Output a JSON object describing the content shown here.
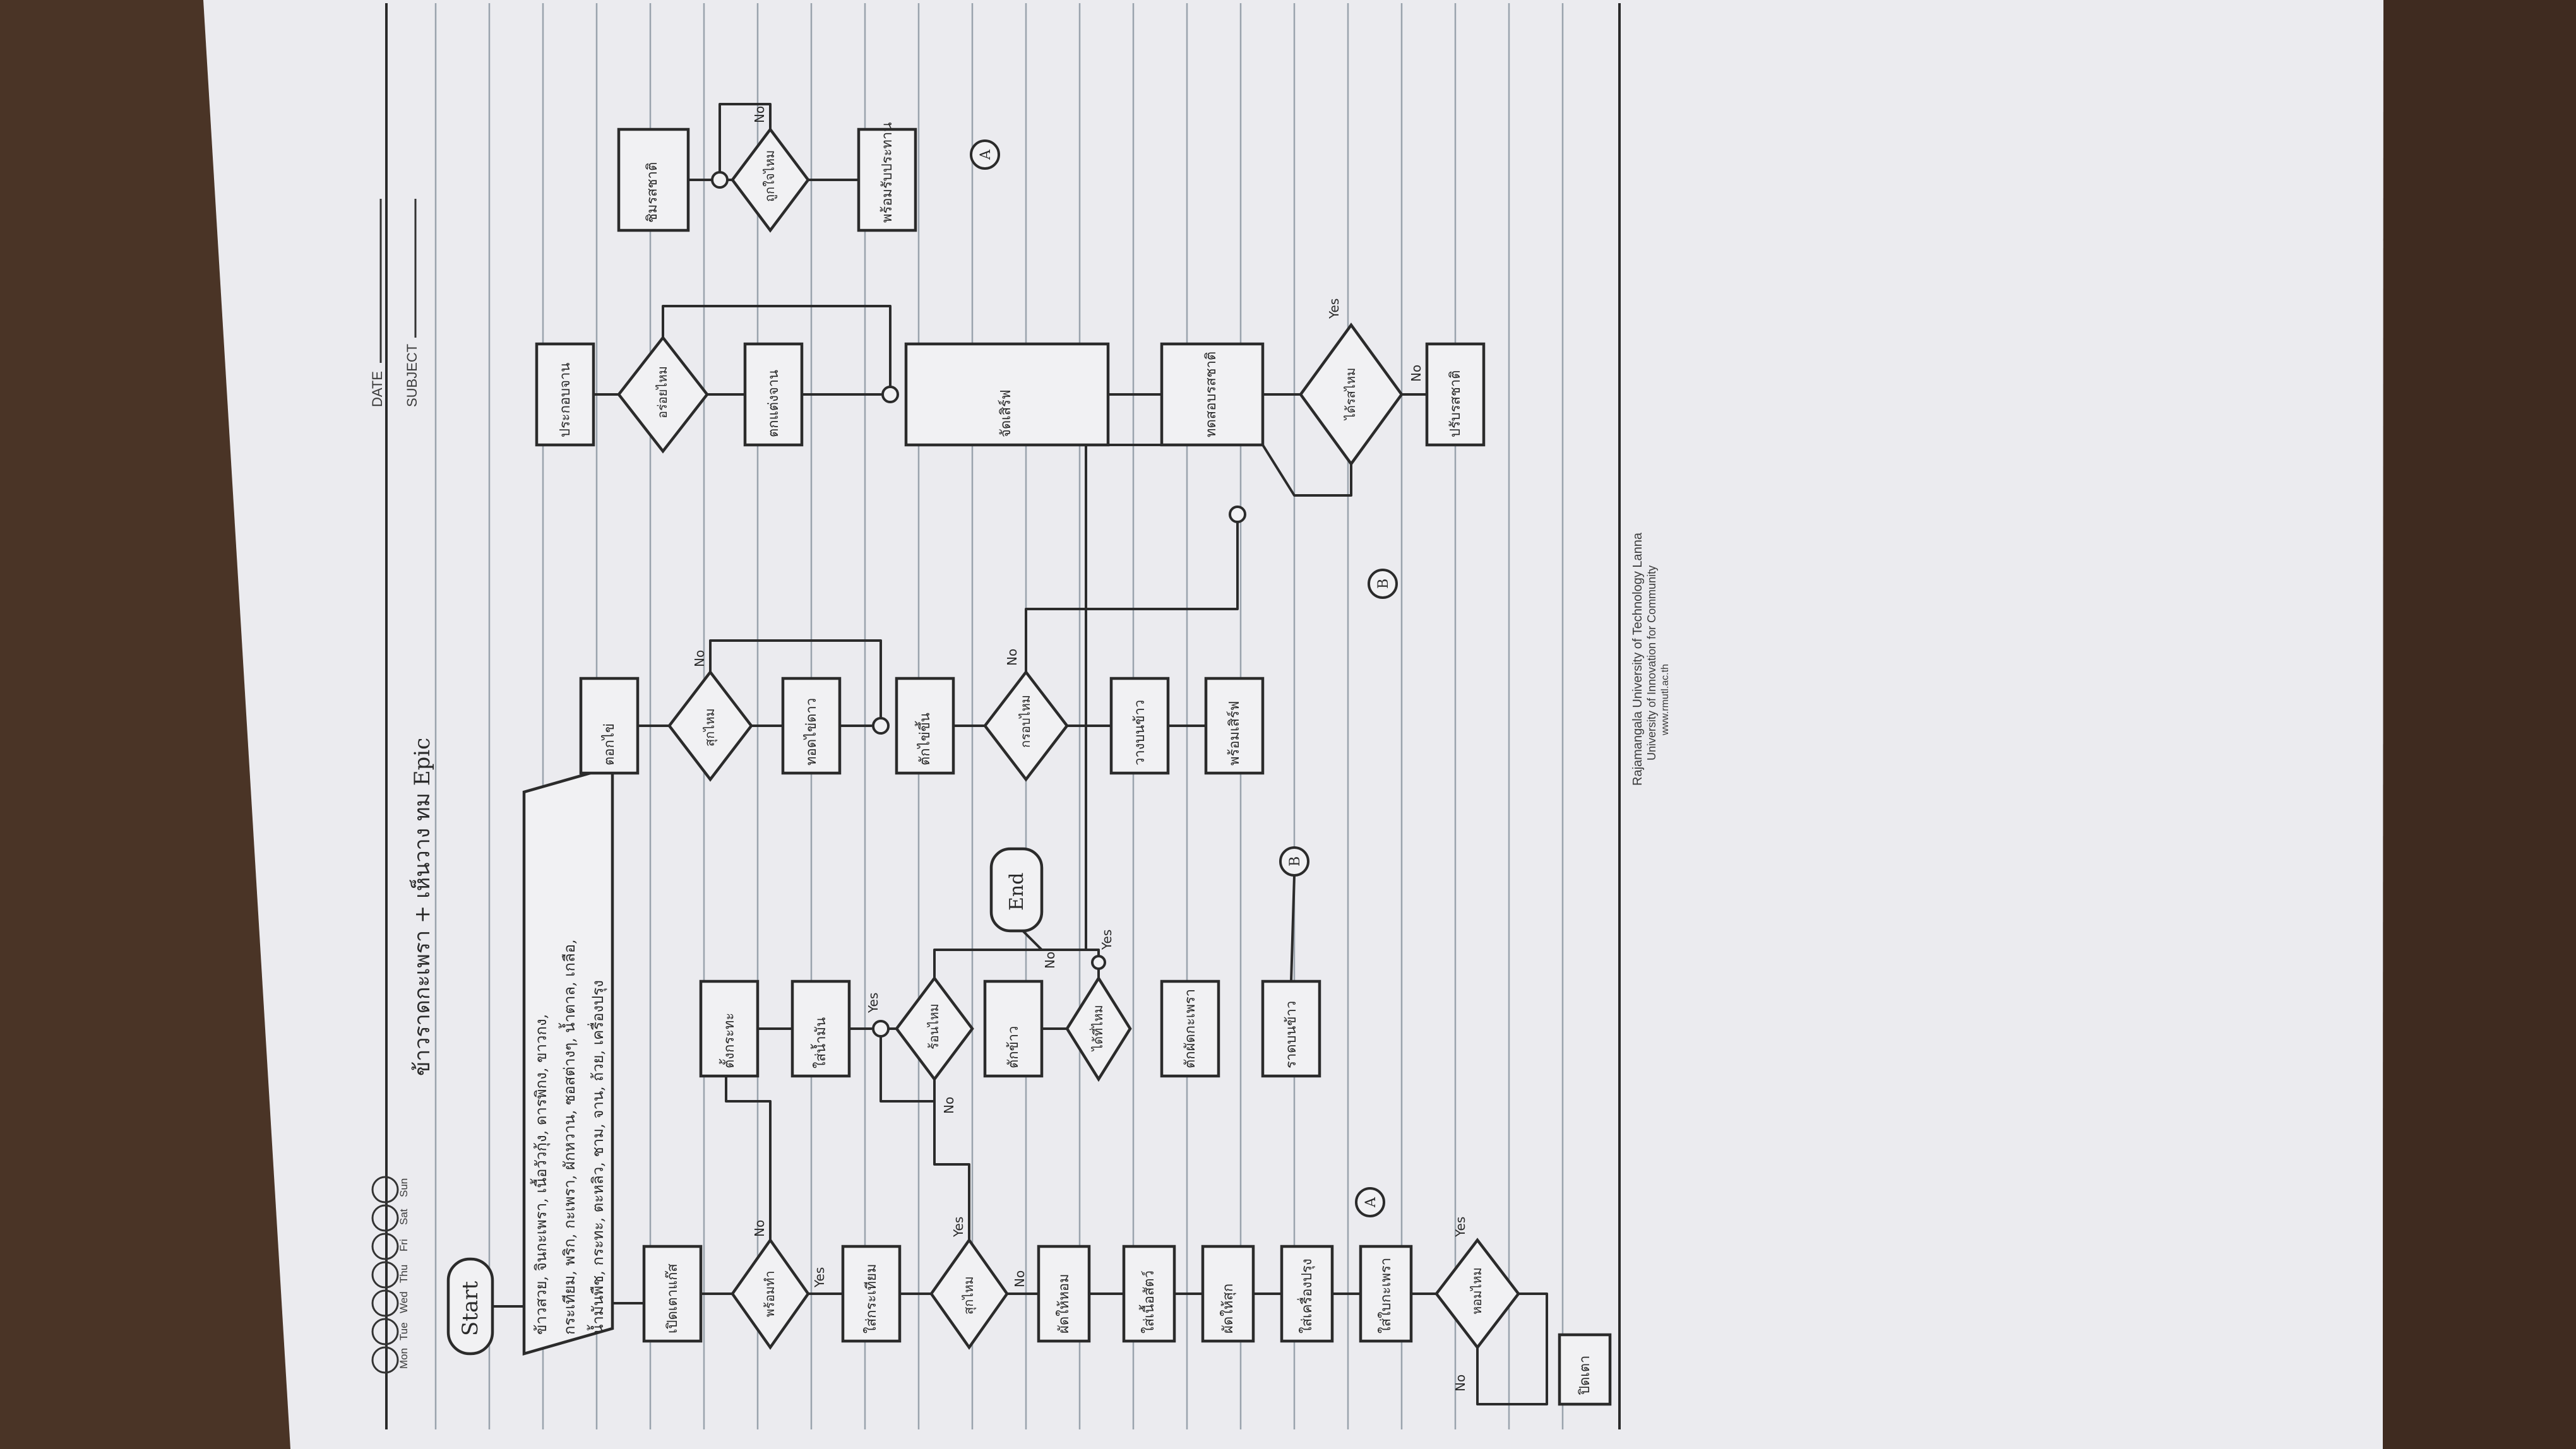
{
  "paper": {
    "weekdays": [
      "Mon",
      "Tue",
      "Wed",
      "Thu",
      "Fri",
      "Sat",
      "Sun"
    ],
    "date_label": "DATE",
    "subject_label": "SUBJECT",
    "footer": {
      "university": "Rajamangala University of Technology Lanna",
      "tagline": "University of Innovation for Community",
      "website": "www.rmutl.ac.th"
    }
  },
  "flowchart": {
    "title": "ข้าวราดกะเพรา + เห็นวาง ทม Epic",
    "start": "Start",
    "end": "End",
    "ingredients": [
      "ข้าวสวย, จินกะเพรา, เนื้อวัวกุ้ง, ดารพิกง, ขาวกง,",
      "กระเทียม, พริก, กะเพรา, ผักหวาน, ซอสต่างๆ, น้ำตาล, เกลือ,",
      "น้ำมันพืช, กระทะ, ตะหลิว, ชาม, จาน, ถ้วย, เครื่องปรุง"
    ],
    "connectors": {
      "a": "A",
      "b": "B"
    },
    "labels": {
      "yes": "Yes",
      "no": "No",
      "no_alt": "No."
    },
    "col1": [
      "เปิดเตาแก๊ส",
      "ใส่กระเทียม",
      "ผัดให้หอม",
      "ใส่เนื้อสัตว์",
      "ผัดให้สุก",
      "ใส่เครื่องปรุง",
      "ใส่ใบกะเพรา",
      "ปิดเตา"
    ],
    "col1_decisions": [
      "พร้อมทำ",
      "สุกไหม",
      "หอมไหม"
    ],
    "col2": [
      "ตั้งกระทะ",
      "ใส่น้ำมัน",
      "ตักข้าว",
      "ตักผัดกะเพรา",
      "ราดบนข้าว"
    ],
    "col2_decisions": [
      "ร้อนไหม",
      "ได้ที่ไหม"
    ],
    "col3": [
      "ตอกไข่",
      "ทอดไข่ดาว",
      "ตักไข่ขึ้น",
      "วางบนข้าว",
      "พร้อมเสิร์ฟ"
    ],
    "col3_decisions": [
      "สุกไหม",
      "กรอบไหม"
    ],
    "col4": [
      "ประกอบจาน",
      "ตกแต่งจาน",
      "จัดเสิร์ฟ",
      "ทดสอบรสชาติ",
      "ปรับรสชาติ",
      "ชิมรสชาติ",
      "พร้อมรับประทาน"
    ],
    "col4_decisions": [
      "อร่อยไหม",
      "ได้รสไหม",
      "ถูกใจไหม"
    ]
  }
}
